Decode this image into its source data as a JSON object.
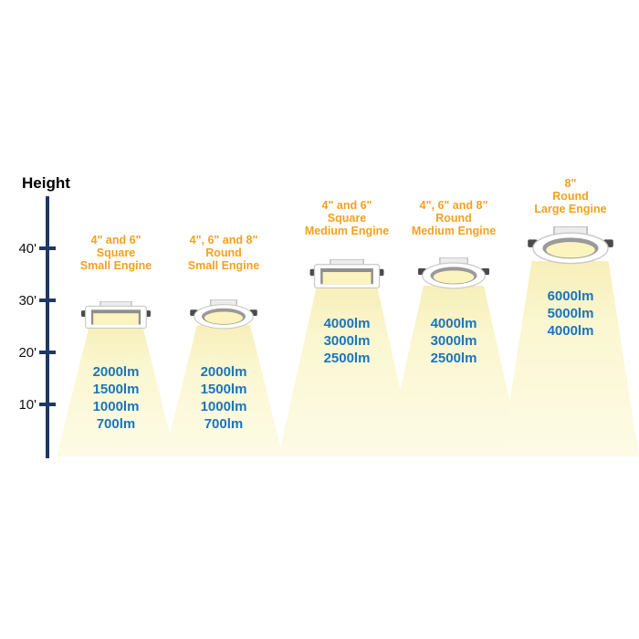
{
  "axis": {
    "label": "Height",
    "ticks": [
      "40'",
      "30'",
      "20'",
      "10'"
    ]
  },
  "colors": {
    "label_orange": "#F5A01E",
    "lumen_blue": "#1B75BC",
    "axis_navy": "#1F3864",
    "beam_yellow": "#FBF7D2"
  },
  "fixtures": [
    {
      "shape": "square",
      "label": [
        "4\" and 6\"",
        "Square",
        "Small Engine"
      ],
      "lumens": [
        "2000lm",
        "1500lm",
        "1000lm",
        "700lm"
      ],
      "approx_mount_height_ft": 30
    },
    {
      "shape": "round",
      "label": [
        "4\", 6\" and 8\"",
        "Round",
        "Small Engine"
      ],
      "lumens": [
        "2000lm",
        "1500lm",
        "1000lm",
        "700lm"
      ],
      "approx_mount_height_ft": 30
    },
    {
      "shape": "square",
      "label": [
        "4\" and 6\"",
        "Square",
        "Medium Engine"
      ],
      "lumens": [
        "4000lm",
        "3000lm",
        "2500lm"
      ],
      "approx_mount_height_ft": 35
    },
    {
      "shape": "round",
      "label": [
        "4\", 6\" and 8\"",
        "Round",
        "Medium Engine"
      ],
      "lumens": [
        "4000lm",
        "3000lm",
        "2500lm"
      ],
      "approx_mount_height_ft": 35
    },
    {
      "shape": "round",
      "label": [
        "8\"",
        "Round",
        "Large Engine"
      ],
      "lumens": [
        "6000lm",
        "5000lm",
        "4000lm"
      ],
      "approx_mount_height_ft": 40
    }
  ]
}
